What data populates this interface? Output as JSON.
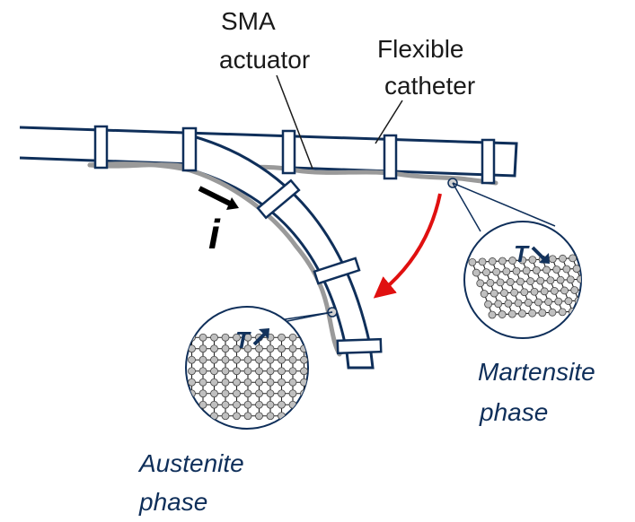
{
  "labels": {
    "sma_line1": "SMA",
    "sma_line2": "actuator",
    "catheter_line1": "Flexible",
    "catheter_line2": "catheter",
    "current": "i",
    "temperature": "T",
    "martensite_line1": "Martensite",
    "martensite_line2": "phase",
    "austenite_line1": "Austenite",
    "austenite_line2": "phase"
  },
  "colors": {
    "catheter_stroke": "#0f2f5a",
    "sma_wire": "#9a9a9a",
    "bend_arrow": "#e01010",
    "current_arrow": "#000000",
    "lattice_node": "#c0c0c0",
    "temperature_text": "#12325c",
    "phase_text": "#0f2f5a"
  },
  "icons": {
    "temperature_up": "arrow-up-right-icon",
    "temperature_down": "arrow-down-right-icon",
    "bend_direction": "curved-arrow-icon",
    "current_direction": "arrow-right-icon"
  }
}
